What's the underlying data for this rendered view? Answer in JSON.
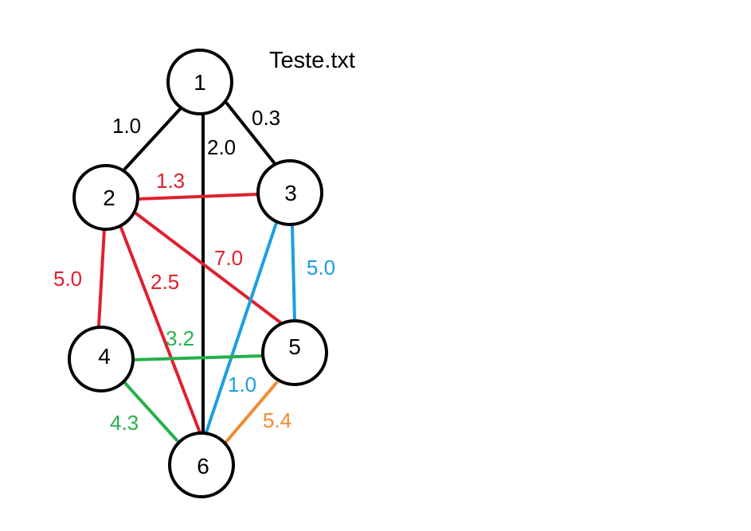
{
  "title": "Teste.txt",
  "colors": {
    "black": "#000000",
    "red": "#e0202e",
    "blue": "#1a9fe0",
    "green": "#26b04a",
    "orange": "#f28a30"
  },
  "nodes": [
    {
      "id": "n1",
      "label": "1"
    },
    {
      "id": "n2",
      "label": "2"
    },
    {
      "id": "n3",
      "label": "3"
    },
    {
      "id": "n4",
      "label": "4"
    },
    {
      "id": "n5",
      "label": "5"
    },
    {
      "id": "n6",
      "label": "6"
    }
  ],
  "edges": [
    {
      "from": "1",
      "to": "2",
      "weight": "1.0",
      "color": "black"
    },
    {
      "from": "1",
      "to": "3",
      "weight": "0.3",
      "color": "black"
    },
    {
      "from": "1",
      "to": "6",
      "weight": "2.0",
      "color": "black"
    },
    {
      "from": "2",
      "to": "3",
      "weight": "1.3",
      "color": "red"
    },
    {
      "from": "2",
      "to": "4",
      "weight": "5.0",
      "color": "red"
    },
    {
      "from": "2",
      "to": "5",
      "weight": "7.0",
      "color": "red"
    },
    {
      "from": "2",
      "to": "6",
      "weight": "2.5",
      "color": "red"
    },
    {
      "from": "3",
      "to": "5",
      "weight": "5.0",
      "color": "blue"
    },
    {
      "from": "3",
      "to": "6",
      "weight": "1.0",
      "color": "blue"
    },
    {
      "from": "4",
      "to": "5",
      "weight": "3.2",
      "color": "green"
    },
    {
      "from": "4",
      "to": "6",
      "weight": "4.3",
      "color": "green"
    },
    {
      "from": "5",
      "to": "6",
      "weight": "5.4",
      "color": "orange"
    }
  ]
}
